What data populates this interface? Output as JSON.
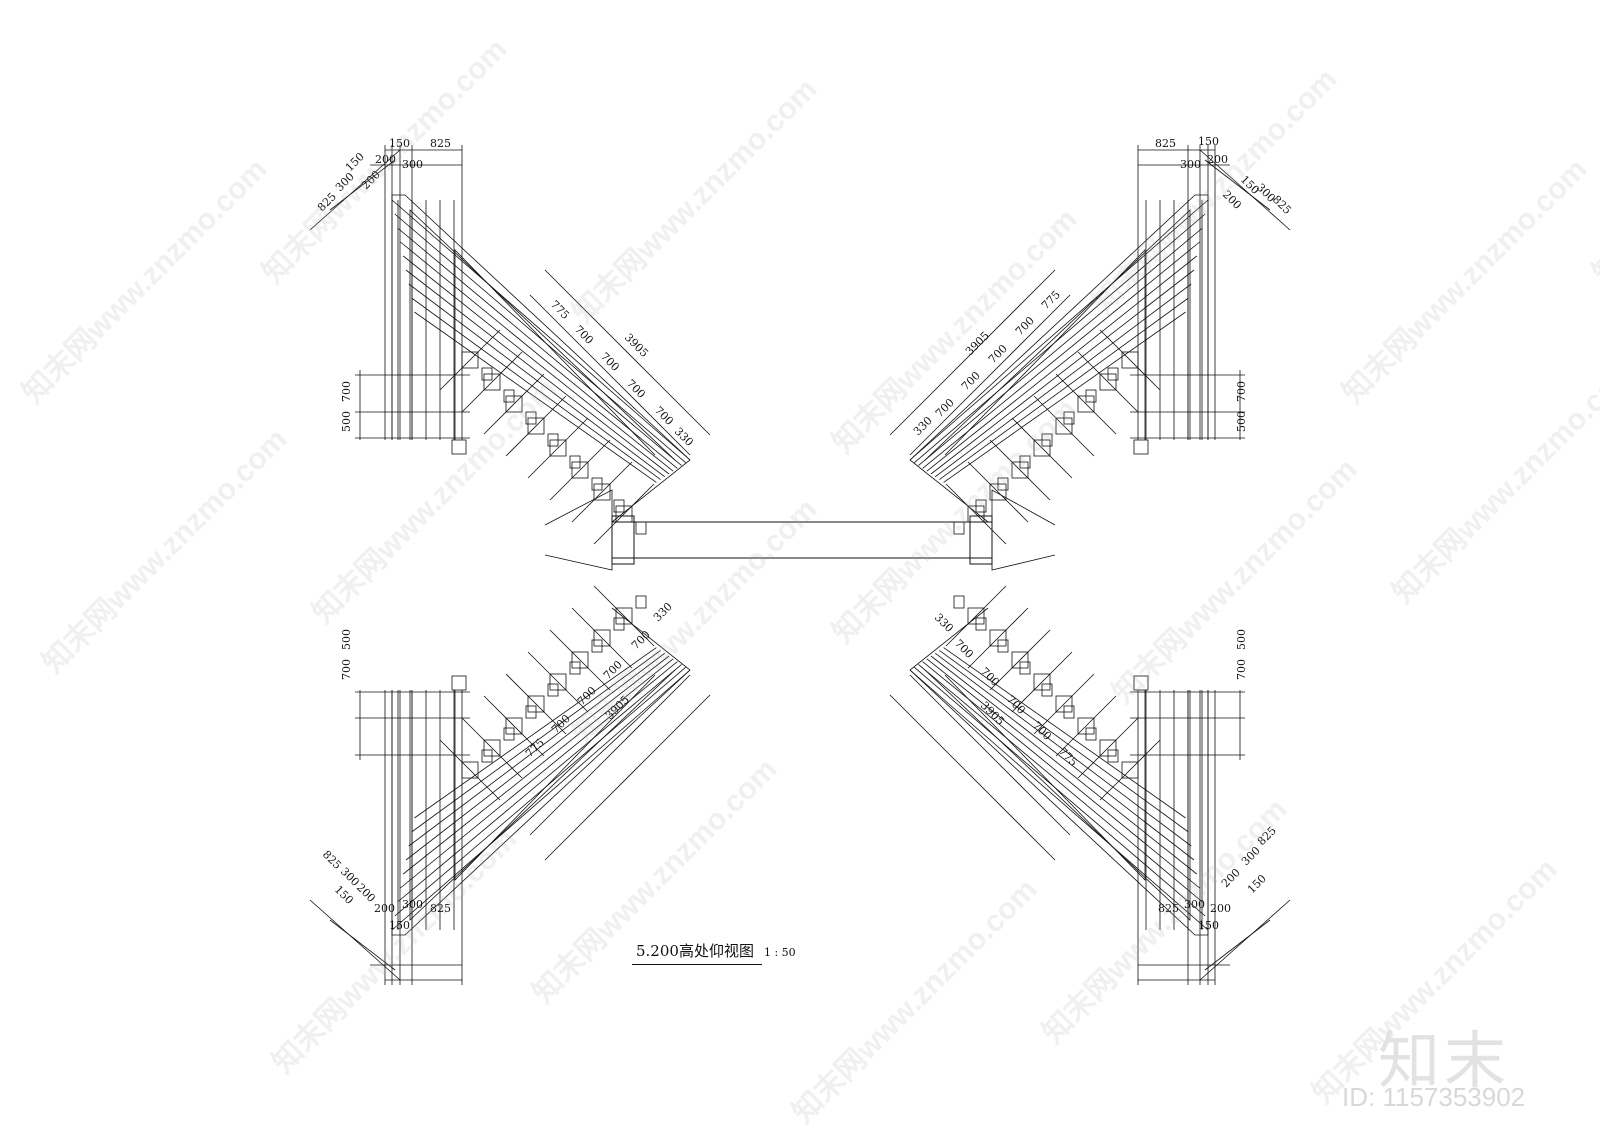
{
  "drawing": {
    "title": "5.200高处仰视图",
    "scale": "1 : 50"
  },
  "dimensions": {
    "d150": "150",
    "d200": "200",
    "d300": "300",
    "d825": "825",
    "d500": "500",
    "d700": "700",
    "d775": "775",
    "d330": "330",
    "d3905": "3905"
  },
  "branding": {
    "logo_text": "知末",
    "id_text": "ID: 1157353902",
    "watermark_text": "知末网www.znzmo.com"
  },
  "colors": {
    "line": "#111111",
    "watermark": "#cccccc"
  }
}
